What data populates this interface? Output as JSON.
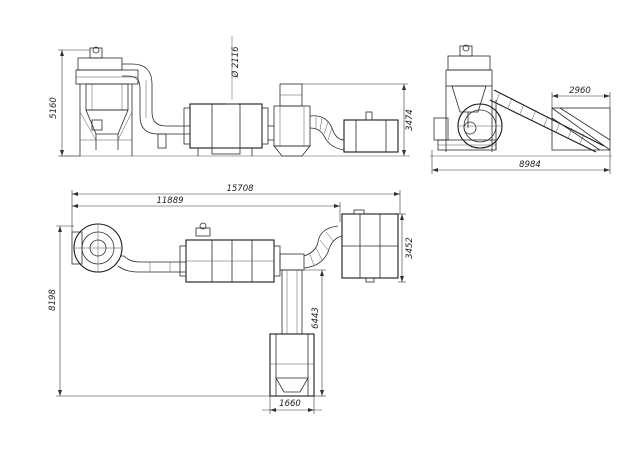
{
  "drawing": {
    "side_view": {
      "height_dim": "5160",
      "drum_diameter_dim": "Ø 2116",
      "hopper_height_dim": "3474"
    },
    "end_view": {
      "conveyor_width_dim": "2960",
      "overall_width_dim": "8984"
    },
    "plan_view": {
      "overall_length_dim": "15708",
      "drum_length_dim": "11889",
      "overall_depth_dim": "8198",
      "hopper_depth_dim": "3452",
      "conveyor_length_dim": "6443",
      "hopper_width_dim": "1660"
    }
  }
}
